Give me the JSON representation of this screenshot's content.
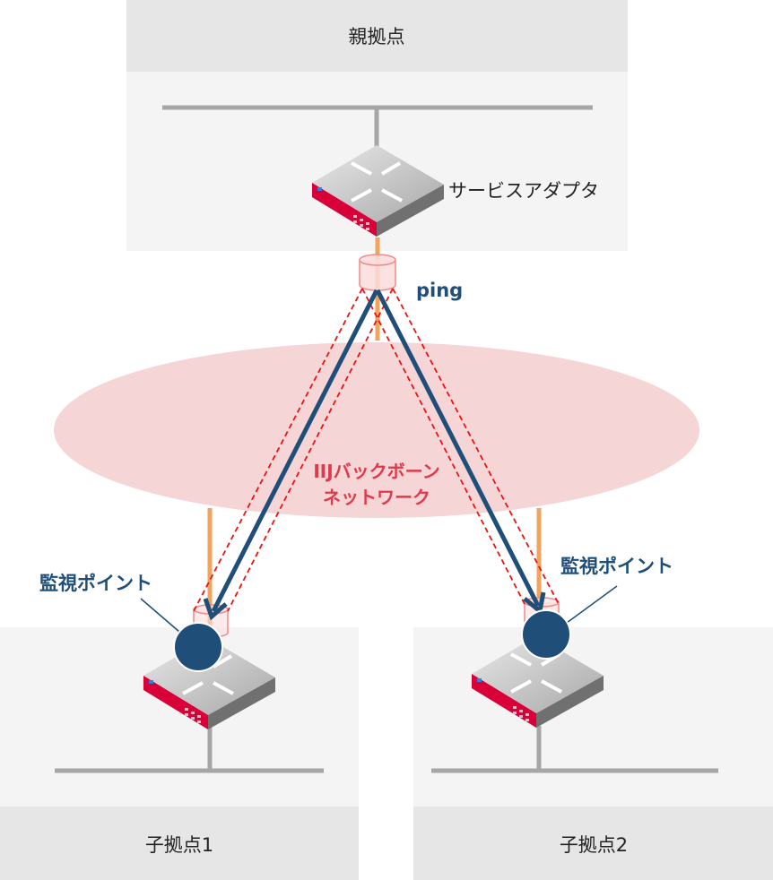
{
  "parent_site": {
    "title": "親拠点",
    "device_label": "サービスアダプタ"
  },
  "ping_label": "ping",
  "backbone": {
    "line1": "IIJバックボーン",
    "line2": "ネットワーク"
  },
  "monitor_points": [
    {
      "label": "監視ポイント"
    },
    {
      "label": "監視ポイント"
    }
  ],
  "child_sites": [
    {
      "title": "子拠点1"
    },
    {
      "title": "子拠点2"
    }
  ],
  "colors": {
    "header": "#e6e6e6",
    "body": "#f4f4f4",
    "line_blue": "#1f4e79",
    "dash_red": "#ee1111",
    "cloud": "#f5d5d6",
    "link_orange": "#f2a35e",
    "router_red": "#d9003a"
  }
}
